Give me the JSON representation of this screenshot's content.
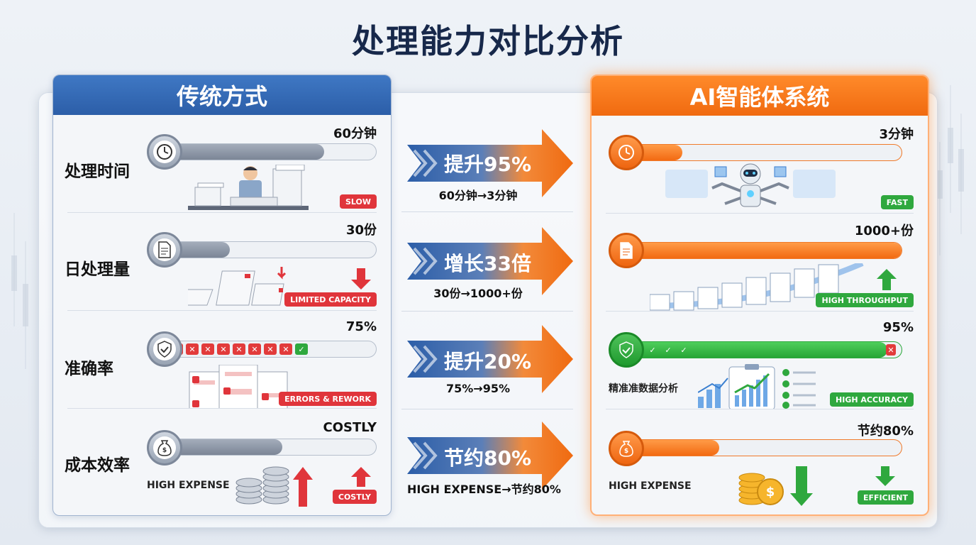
{
  "title": "处理能力对比分析",
  "left_panel": {
    "header": "传统方式",
    "rows": [
      {
        "label": "处理时间",
        "value": "60分钟",
        "fill": 0.75,
        "tag": "SLOW",
        "icon": "clock-icon"
      },
      {
        "label": "日处理量",
        "value": "30份",
        "fill": 0.3,
        "tag": "LIMITED CAPACITY",
        "icon": "document-icon"
      },
      {
        "label": "准确率",
        "value": "75%",
        "fill": 0.75,
        "tag": "ERRORS & REWORK",
        "icon": "shield-check-icon"
      },
      {
        "label": "成本效率",
        "value": "COSTLY",
        "fill": 0.55,
        "tag": "COSTLY",
        "sub_label": "HIGH EXPENSE",
        "icon": "money-bag-icon"
      }
    ]
  },
  "middle": [
    {
      "headline": "提升95%",
      "detail": "60分钟→3分钟"
    },
    {
      "headline": "增长33倍",
      "detail": "30份→1000+份"
    },
    {
      "headline": "提升20%",
      "detail": "75%→95%"
    },
    {
      "headline": "节约80%",
      "detail": "HIGH EXPENSE→节约80%"
    }
  ],
  "right_panel": {
    "header": "AI智能体系统",
    "rows": [
      {
        "label": "",
        "value": "3分钟",
        "fill": 0.22,
        "tag": "FAST",
        "icon": "clock-icon"
      },
      {
        "label": "",
        "value": "1000+份",
        "fill": 1.0,
        "tag": "HIGH THROUGHPUT",
        "icon": "document-icon"
      },
      {
        "label": "精准准数据分析",
        "value": "95%",
        "fill": 0.95,
        "tag": "HIGH ACCURACY",
        "icon": "shield-check-icon"
      },
      {
        "label": "HIGH EXPENSE",
        "value": "节约80%",
        "fill": 0.35,
        "tag": "EFFICIENT",
        "icon": "money-bag-icon"
      }
    ]
  },
  "colors": {
    "traditional": "#2c5ea8",
    "ai": "#f06a10",
    "good": "#2fa83e",
    "bad": "#e0353b"
  }
}
